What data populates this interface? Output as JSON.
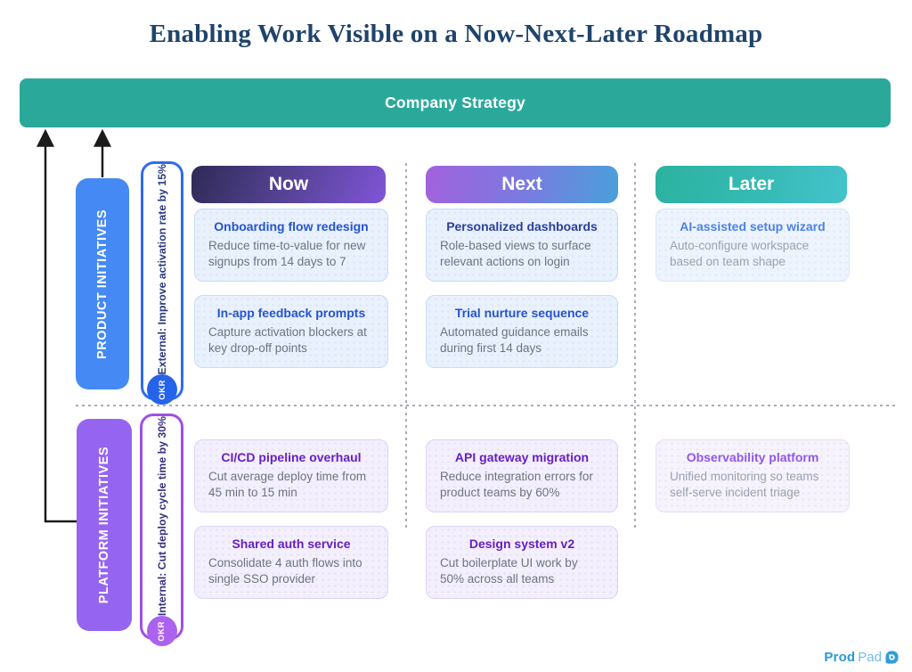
{
  "page_title": "Enabling Work Visible on a Now-Next-Later Roadmap",
  "strategy_banner": {
    "label": "Company Strategy",
    "color": "#2aa99b"
  },
  "columns": {
    "now": {
      "label": "Now",
      "gradient_start": "#2e2a55",
      "gradient_end": "#8055d8"
    },
    "next": {
      "label": "Next",
      "gradient_start": "#a261dd",
      "gradient_end": "#49a0da"
    },
    "later": {
      "label": "Later",
      "gradient_start": "#2cb2a0",
      "gradient_end": "#43c3cb"
    }
  },
  "lanes": {
    "product": {
      "label": "PRODUCT INITIATIVES",
      "color": "#4589f5",
      "okr": {
        "badge": "OKR",
        "text": "External: Improve activation rate by 15%",
        "accent": "#2563eb"
      }
    },
    "platform": {
      "label": "PLATFORM INITIATIVES",
      "color": "#9565f1",
      "okr": {
        "badge": "OKR",
        "text": "Internal: Cut deploy cycle time by 30%",
        "accent": "#ab63ef"
      }
    }
  },
  "cards": {
    "product_now": [
      {
        "title": "Onboarding flow redesign",
        "body": "Reduce time-to-value for new signups from 14 days to 7"
      },
      {
        "title": "In-app feedback prompts",
        "body": "Capture activation blockers at key drop-off points"
      }
    ],
    "product_next": [
      {
        "title": "Personalized dashboards",
        "body": "Role-based views to surface relevant actions on login"
      },
      {
        "title": "Trial nurture sequence",
        "body": "Automated guidance emails during first 14 days"
      }
    ],
    "product_later": [
      {
        "title": "AI-assisted setup wizard",
        "body": "Auto-configure workspace based on team shape"
      }
    ],
    "platform_now": [
      {
        "title": "CI/CD pipeline overhaul",
        "body": "Cut average deploy time from 45 min to 15 min"
      },
      {
        "title": "Shared auth service",
        "body": "Consolidate 4 auth flows into single SSO provider"
      }
    ],
    "platform_next": [
      {
        "title": "API gateway migration",
        "body": "Reduce integration errors for product teams by 60%"
      },
      {
        "title": "Design system v2",
        "body": "Cut boilerplate UI work by 50% across all teams"
      }
    ],
    "platform_later": [
      {
        "title": "Observability platform",
        "body": "Unified monitoring so teams self-serve incident triage"
      }
    ]
  },
  "footer": {
    "brand_bold": "Prod",
    "brand_light": "Pad",
    "logo_color": "#2f9fdb"
  }
}
